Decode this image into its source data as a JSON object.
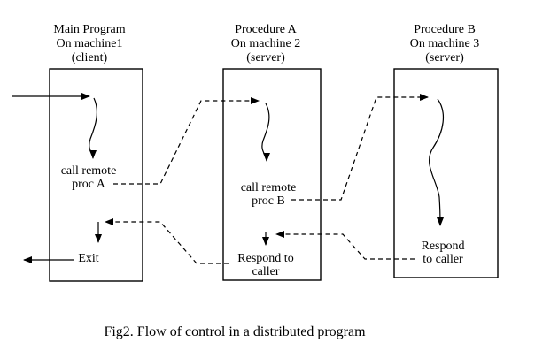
{
  "figure": {
    "type": "flow-diagram",
    "topic": "remote procedure call control flow",
    "caption": "Fig2. Flow of control in a distributed program"
  },
  "colors": {
    "background": "#ffffff",
    "ink": "#000000"
  },
  "boxes": [
    {
      "id": "client",
      "header_line1": "Main Program",
      "header_line2": "On machine1",
      "header_line3": "(client)",
      "call_label": "call remote\nproc A",
      "exit_label": "Exit"
    },
    {
      "id": "server-a",
      "header_line1": "Procedure A",
      "header_line2": "On machine 2",
      "header_line3": "(server)",
      "call_label": "call remote\nproc B",
      "respond_label": "Respond to\ncaller"
    },
    {
      "id": "server-b",
      "header_line1": "Procedure B",
      "header_line2": "On machine 3",
      "header_line3": "(server)",
      "respond_label": "Respond\nto caller"
    }
  ]
}
